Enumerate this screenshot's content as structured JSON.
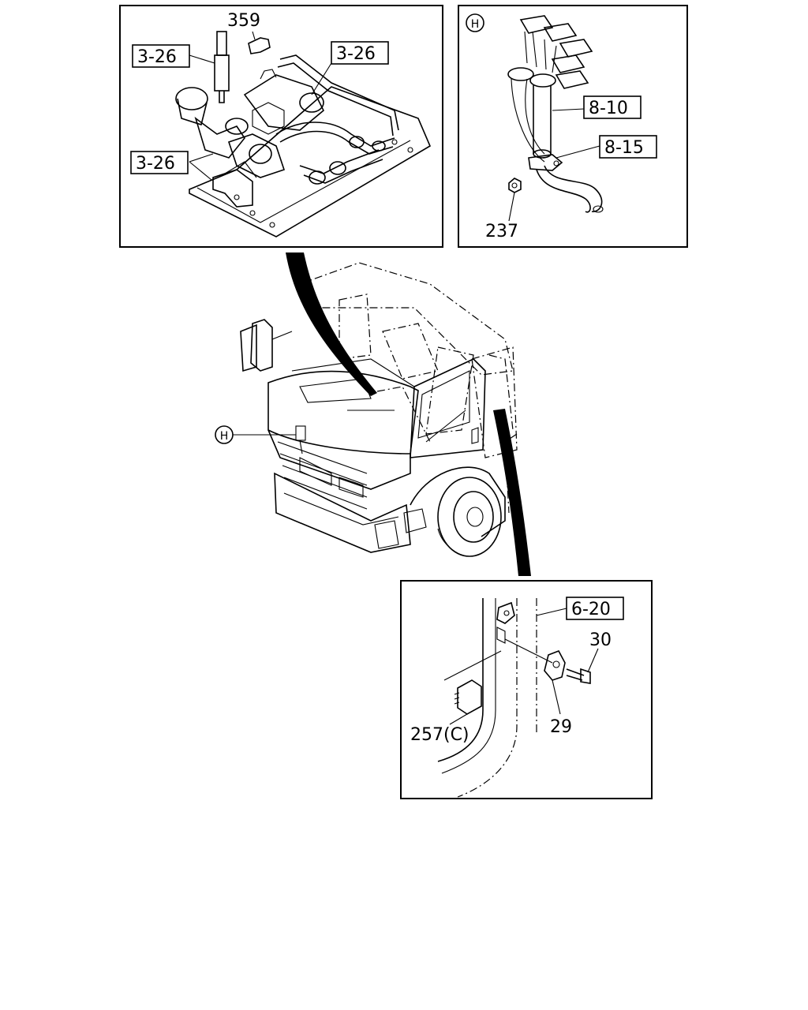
{
  "callouts": {
    "top_left": {
      "part_359": "359",
      "ref_a": "3-26",
      "ref_b": "3-26",
      "ref_c": "3-26"
    },
    "top_right": {
      "view_marker": "H",
      "ref_a": "8-10",
      "ref_b": "8-15",
      "part_237": "237"
    },
    "center": {
      "view_marker": "H"
    },
    "bottom": {
      "ref_a": "6-20",
      "part_30": "30",
      "part_29": "29",
      "part_257": "257(C)"
    }
  }
}
